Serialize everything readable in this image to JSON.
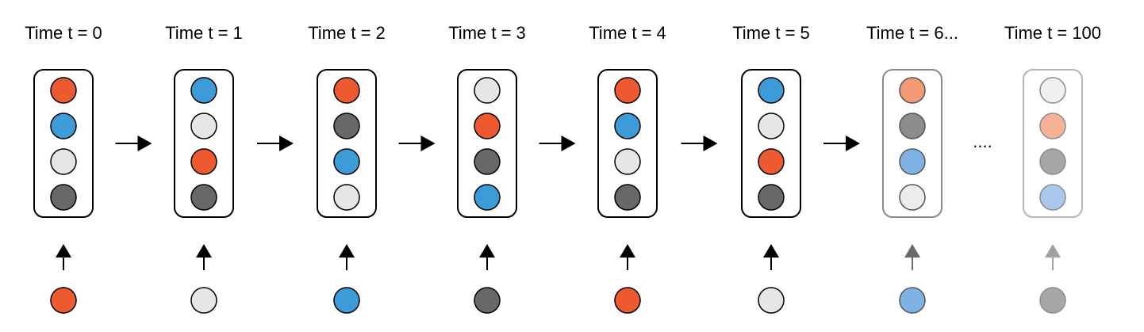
{
  "colors": {
    "orange": "#ee5a30",
    "blue": "#3d9bd8",
    "light": "#e6e6e6",
    "dark": "#686868",
    "outline": "#000000"
  },
  "frames": [
    {
      "time_label": "Time t = 0",
      "memory": [
        "orange",
        "blue",
        "light",
        "dark"
      ],
      "input": "orange",
      "faded": false
    },
    {
      "time_label": "Time t = 1",
      "memory": [
        "blue",
        "light",
        "orange",
        "dark"
      ],
      "input": "light",
      "faded": false
    },
    {
      "time_label": "Time t = 2",
      "memory": [
        "orange",
        "dark",
        "blue",
        "light"
      ],
      "input": "blue",
      "faded": false
    },
    {
      "time_label": "Time t = 3",
      "memory": [
        "light",
        "orange",
        "dark",
        "blue"
      ],
      "input": "dark",
      "faded": false
    },
    {
      "time_label": "Time t = 4",
      "memory": [
        "orange",
        "blue",
        "light",
        "dark"
      ],
      "input": "orange",
      "faded": false
    },
    {
      "time_label": "Time t = 5",
      "memory": [
        "blue",
        "light",
        "orange",
        "dark"
      ],
      "input": "light",
      "faded": false
    },
    {
      "time_label": "Time t = 6...",
      "memory": [
        "#f19a74",
        "#8c8c8c",
        "#7fb3e3",
        "#ececec"
      ],
      "input": "#7fb3e3",
      "faded": true,
      "box_stroke": "#8a8a8a",
      "arrow_color": "#6a6a6a"
    },
    {
      "time_label": "Time t = 100",
      "memory": [
        "#f0f0f0",
        "#f5b296",
        "#a8a6a6",
        "#a9c8ec"
      ],
      "input": "#a8a6a6",
      "faded": true,
      "box_stroke": "#b5b5b5",
      "arrow_color": "#a0a0a0"
    }
  ],
  "ellipsis": "....",
  "connector_arrow_count": 6
}
